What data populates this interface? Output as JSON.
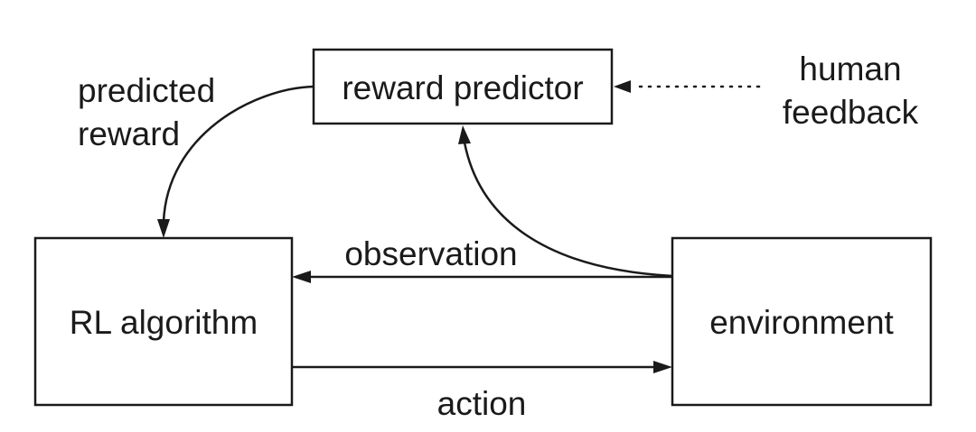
{
  "nodes": {
    "reward_predictor": {
      "label": "reward predictor"
    },
    "rl_algorithm": {
      "label": "RL algorithm"
    },
    "environment": {
      "label": "environment"
    }
  },
  "edges": {
    "predicted_reward": {
      "label_line1": "predicted",
      "label_line2": "reward"
    },
    "human_feedback": {
      "label_line1": "human",
      "label_line2": "feedback"
    },
    "observation": {
      "label": "observation"
    },
    "action": {
      "label": "action"
    }
  },
  "colors": {
    "stroke": "#1a1a1a",
    "background": "#ffffff"
  }
}
